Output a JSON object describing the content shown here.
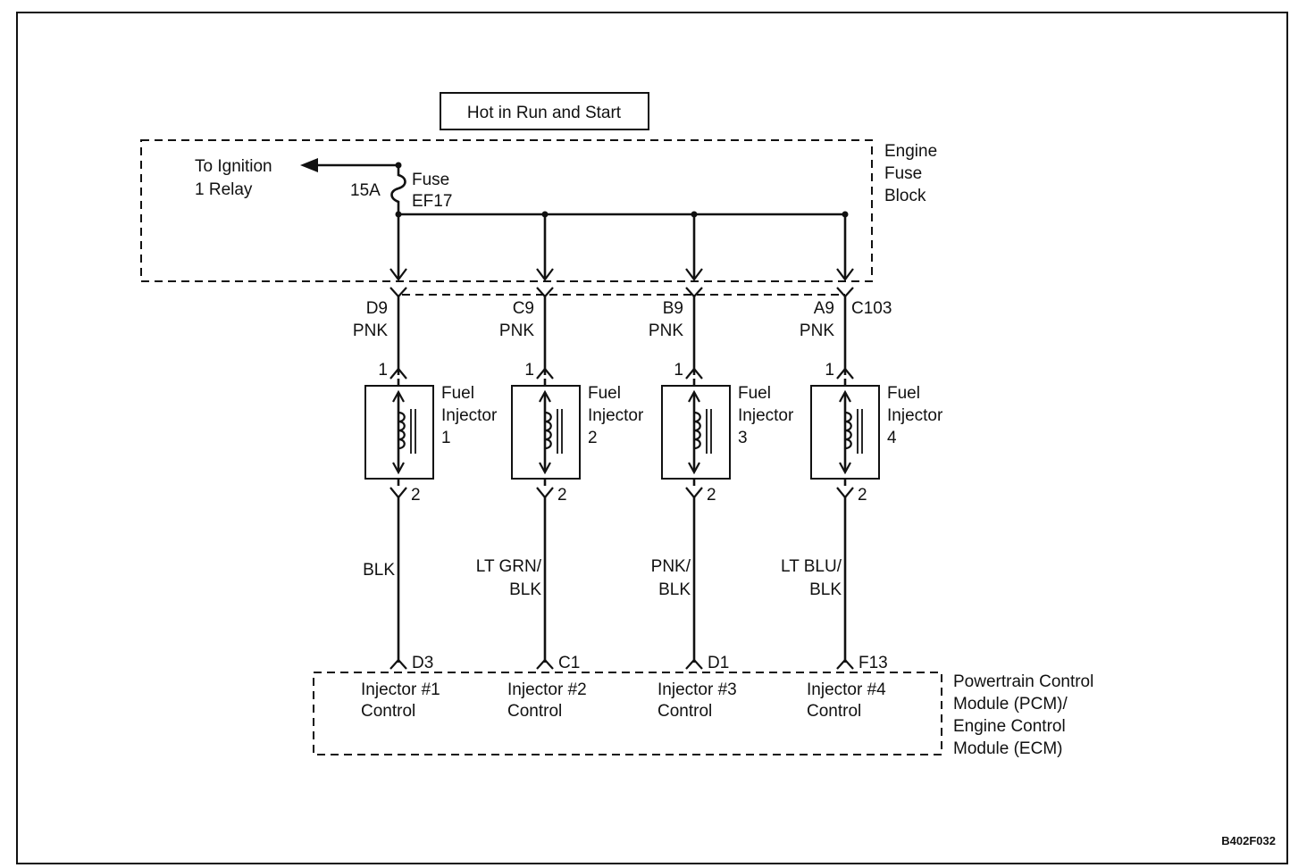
{
  "header_label": "Hot in Run and Start",
  "fuse_block": {
    "name_lines": [
      "Engine",
      "Fuse",
      "Block"
    ],
    "ignition_lines": [
      "To Ignition",
      "1 Relay"
    ],
    "fuse_lines": [
      "Fuse",
      "EF17"
    ],
    "fuse_rating": "15A",
    "connector": "C103"
  },
  "injectors": [
    {
      "feed_pin": "D9",
      "feed_color": [
        "PNK"
      ],
      "pin1": "1",
      "pin2": "2",
      "name_lines": [
        "Fuel",
        "Injector",
        "1"
      ],
      "return_color": [
        "BLK"
      ],
      "pcm_pin": "D3",
      "control_lines": [
        "Injector #1",
        "Control"
      ]
    },
    {
      "feed_pin": "C9",
      "feed_color": [
        "PNK"
      ],
      "pin1": "1",
      "pin2": "2",
      "name_lines": [
        "Fuel",
        "Injector",
        "2"
      ],
      "return_color": [
        "LT GRN/",
        "BLK"
      ],
      "pcm_pin": "C1",
      "control_lines": [
        "Injector #2",
        "Control"
      ]
    },
    {
      "feed_pin": "B9",
      "feed_color": [
        "PNK"
      ],
      "pin1": "1",
      "pin2": "2",
      "name_lines": [
        "Fuel",
        "Injector",
        "3"
      ],
      "return_color": [
        "PNK/",
        "BLK"
      ],
      "pcm_pin": "D1",
      "control_lines": [
        "Injector #3",
        "Control"
      ]
    },
    {
      "feed_pin": "A9",
      "feed_color": [
        "PNK"
      ],
      "pin1": "1",
      "pin2": "2",
      "name_lines": [
        "Fuel",
        "Injector",
        "4"
      ],
      "return_color": [
        "LT BLU/",
        "BLK"
      ],
      "pcm_pin": "F13",
      "control_lines": [
        "Injector #4",
        "Control"
      ]
    }
  ],
  "pcm": {
    "name_lines": [
      "Powertrain Control",
      "Module (PCM)/",
      "Engine Control",
      "Module (ECM)"
    ]
  },
  "figure_code": "B402F032"
}
